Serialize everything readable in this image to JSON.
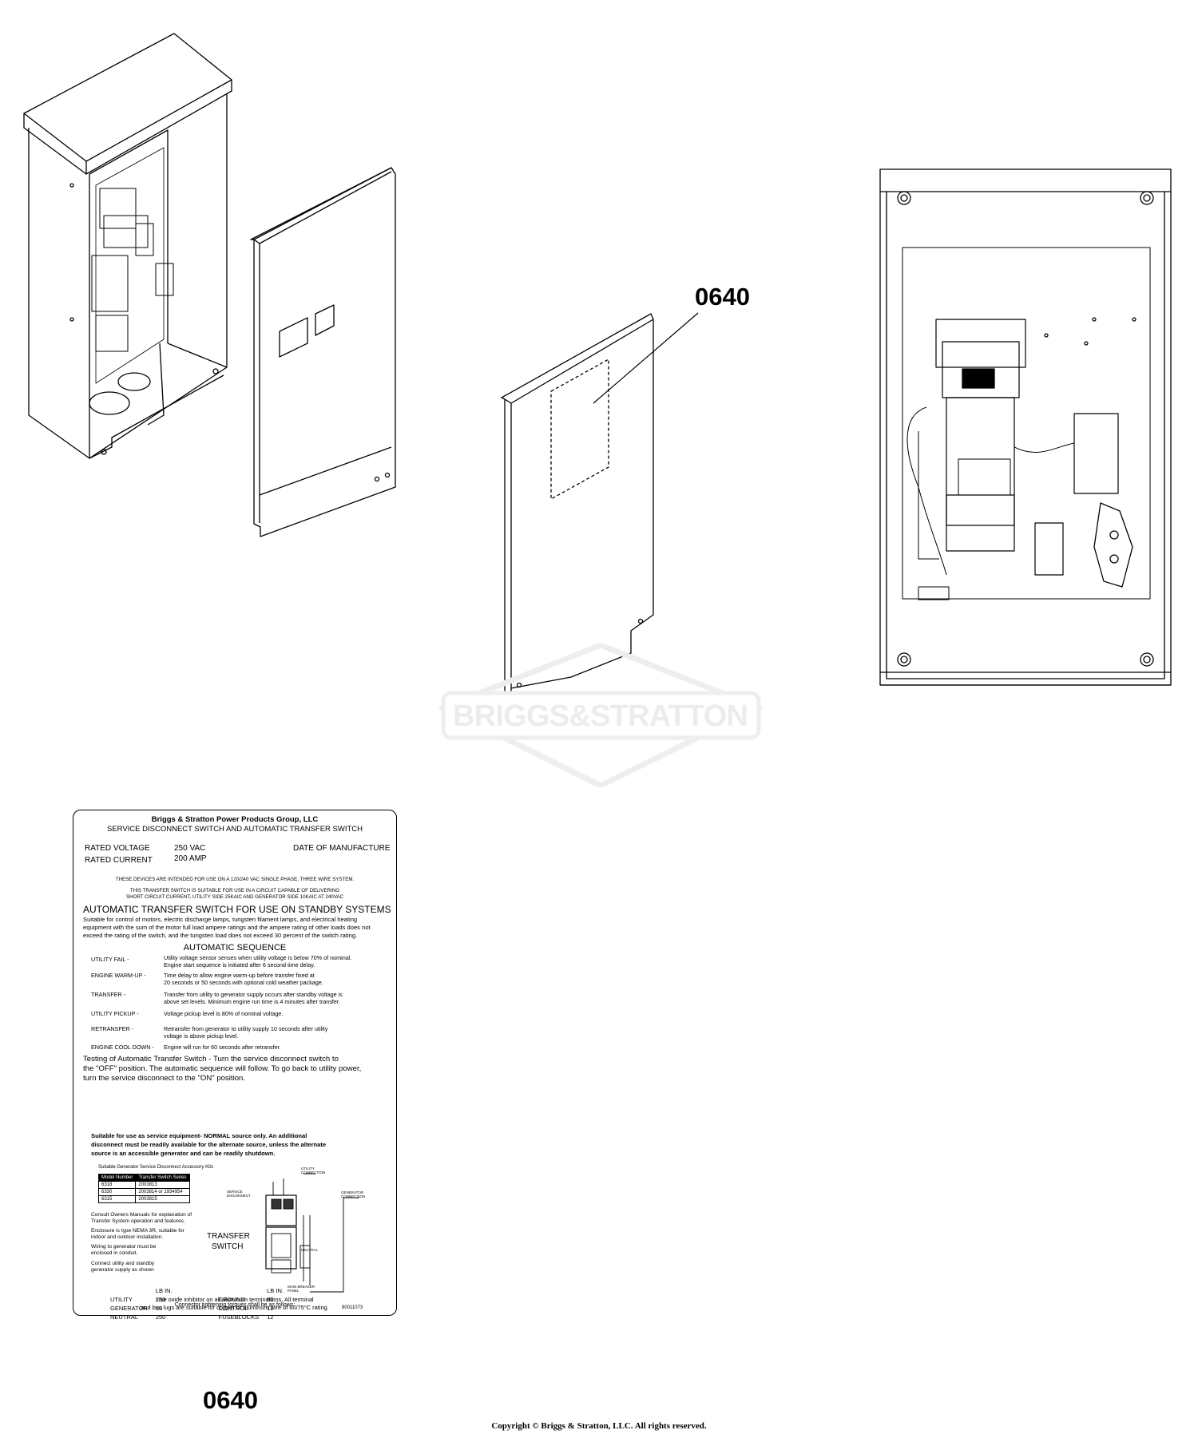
{
  "callouts": {
    "top": "0640",
    "bottom": "0640"
  },
  "watermark": {
    "brand": "BRIGGS&STRATTON"
  },
  "copyright": "Copyright © Briggs & Stratton, LLC. All rights reserved.",
  "label": {
    "company": "Briggs & Stratton Power Products Group, LLC",
    "title": "SERVICE DISCONNECT SWITCH AND AUTOMATIC TRANSFER SWITCH",
    "rated_voltage_label": "RATED VOLTAGE",
    "rated_voltage_value": "250 VAC",
    "rated_current_label": "RATED CURRENT",
    "rated_current_value": "200 AMP",
    "date_label": "DATE OF MANUFACTURE",
    "note1": "THESE DEVICES ARE INTENDED FOR USE ON A 120/240 VAC SINGLE PHASE, THREE WIRE SYSTEM.",
    "note2a": "THIS TRANSFER SWITCH IS SUITABLE FOR USE IN A CIRCUIT CAPABLE OF DELIVERING",
    "note2b": "SHORT CIRCUIT CURRENT, UTILITY SIDE 25KAIC AND GENERATOR SIDE 10KAIC AT 240VAC",
    "ats_heading": "AUTOMATIC TRANSFER SWITCH FOR USE ON STANDBY SYSTEMS",
    "ats_text1": "Suitable for control of motors, electric discharge lamps, tungsten filament lamps, and electrical heating",
    "ats_text2": "equipment with the sum of the motor full load ampere ratings and the ampere rating of other loads does not",
    "ats_text3": "exceed the rating of the switch, and the tungsten load does not exceed 30 percent of the switch rating.",
    "seq_heading": "AUTOMATIC SEQUENCE",
    "sequence": [
      {
        "name": "UTILITY FAIL -",
        "l1": "Utility voltage sensor senses when utility voltage is below 70% of nominal.",
        "l2": "Engine start sequence is initiated after 6 second time delay."
      },
      {
        "name": "ENGINE WARM-UP -",
        "l1": "Time delay to allow engine warm-up before transfer fixed at",
        "l2": "20 seconds or 50 seconds with optional cold weather package."
      },
      {
        "name": "TRANSFER -",
        "l1": "Transfer from utility to generator supply occurs after standby voltage is",
        "l2": "above set levels. Minimum engine run time is 4 minutes after transfer."
      },
      {
        "name": "UTILITY PICKUP -",
        "l1": "Voltage pickup level is 80% of nominal voltage.",
        "l2": ""
      },
      {
        "name": "RETRANSFER -",
        "l1": "Retransfer from generator to utility supply 10 seconds after utility",
        "l2": "voltage is above pickup level."
      },
      {
        "name": "ENGINE COOL DOWN -",
        "l1": "Engine will run for 60 seconds after retransfer.",
        "l2": ""
      }
    ],
    "testing1": "Testing of Automatic Transfer Switch - Turn the service disconnect switch to",
    "testing2": "the \"OFF\" position. The automatic sequence will follow. To go back to utility power,",
    "testing3": "turn the service disconnect to the \"ON\" position.",
    "service1": "Suitable for use as service equipment- NORMAL source only. An additional",
    "service2": "disconnect must be readily available for the alternate source, unless the alternate",
    "service3": "source is an accessible generator and can be readily shutdown.",
    "kits_caption": "Suitable Generator Service Disconnect Accessory Kits",
    "kits_headers": [
      "Model Number",
      "Transfer Switch Series"
    ],
    "kits_rows": [
      [
        "6318",
        "2003813"
      ],
      [
        "6330",
        "2003814 or 1934954"
      ],
      [
        "6315",
        "2003815"
      ]
    ],
    "consult1": "Consult Owners Manuals for explanation of",
    "consult2": "Transfer System operation and features.",
    "enclosure1": "Enclosure is type NEMA 3R, suitable for",
    "enclosure2": "indoor and outdoor installation.",
    "wiring1": "Wiring to generator must be",
    "wiring2": "enclosed in conduit.",
    "connect1": "Connect utility and standby",
    "connect2": "generator supply as shown",
    "diag_utility_conn": "UTILITY CONNECTION",
    "diag_service_disc": "SERVICE DISCONNECT",
    "diag_gen_conn": "GENERATOR CONNECTION",
    "diag_transfer": "TRANSFER",
    "diag_switch": "SWITCH",
    "diag_neutral": "NEUTRAL",
    "diag_main_breaker": "MAIN BREAKER PANEL",
    "torque_heading": "Connector tightening torques shall be as follows:",
    "torque_unit": "LB IN.",
    "torque_left": [
      [
        "UTILITY",
        "250"
      ],
      [
        "GENERATOR",
        "50"
      ],
      [
        "NEUTRAL",
        "250"
      ]
    ],
    "torque_right": [
      [
        "GROUND",
        "50"
      ],
      [
        "CONTROL",
        "12"
      ],
      [
        "FUSEBLOCKS",
        "12"
      ]
    ],
    "footer1": "Use oxide inhibitor on all aluminum terminations. All terminal",
    "footer2": "and bus lugs are suitable for copper or aluminum wire of 60/75°C rating.",
    "part_number": "80011073"
  }
}
